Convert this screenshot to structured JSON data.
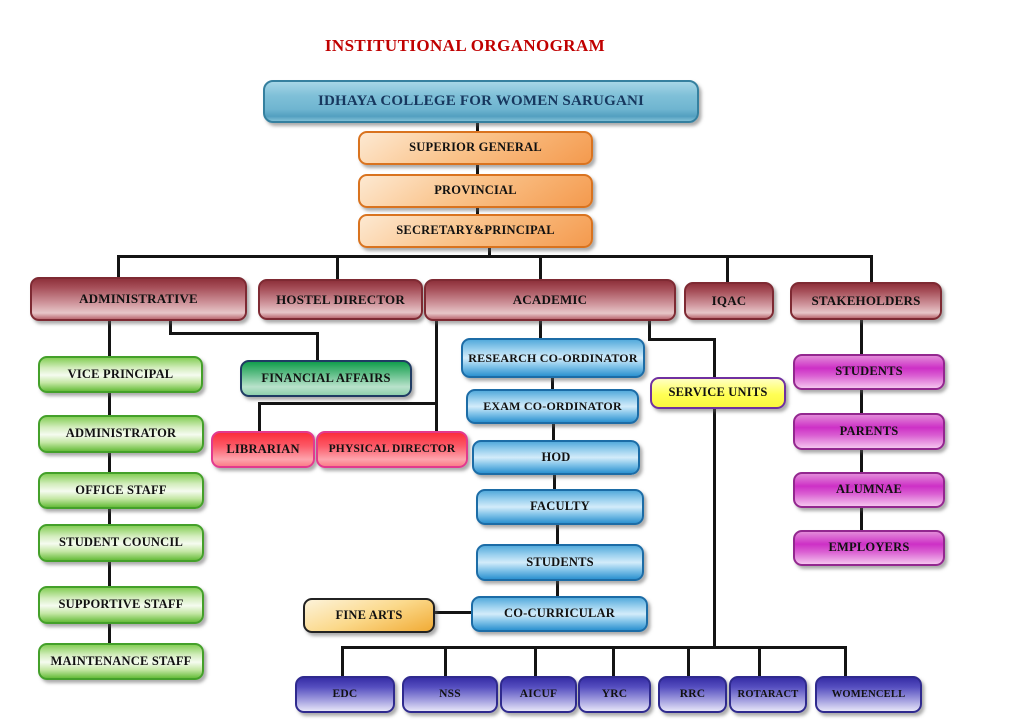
{
  "title": "INSTITUTIONAL ORGANOGRAM",
  "org": {
    "college": "IDHAYA COLLEGE FOR WOMEN SARUGANI",
    "superior_general": "SUPERIOR GENERAL",
    "provincial": "PROVINCIAL",
    "secretary_principal": "SECRETARY&PRINCIPAL",
    "administrative": "ADMINISTRATIVE",
    "hostel_director": "HOSTEL DIRECTOR",
    "academic": "ACADEMIC",
    "iqac": "IQAC",
    "stakeholders": "STAKEHOLDERS",
    "vice_principal": "VICE PRINCIPAL",
    "administrator": "ADMINISTRATOR",
    "office_staff": "OFFICE STAFF",
    "student_council": "STUDENT COUNCIL",
    "supportive_staff": "SUPPORTIVE STAFF",
    "maintenance_staff": "MAINTENANCE STAFF",
    "financial_affairs": "FINANCIAL AFFAIRS",
    "librarian": "LIBRARIAN",
    "physical_director": "PHYSICAL DIRECTOR",
    "research_coordinator": "RESEARCH CO-ORDINATOR",
    "exam_coordinator": "EXAM CO-ORDINATOR",
    "hod": "HOD",
    "faculty": "FACULTY",
    "students_academic": "STUDENTS",
    "co_curricular": "CO-CURRICULAR",
    "fine_arts": "FINE ARTS",
    "service_units": "SERVICE UNITS",
    "students_stakeholder": "STUDENTS",
    "parents": "PARENTS",
    "alumnae": "ALUMNAE",
    "employers": "EMPLOYERS",
    "edc": "EDC",
    "nss": "NSS",
    "aicuf": "AICUF",
    "yrc": "YRC",
    "rrc": "RRC",
    "rotaract": "ROTARACT",
    "womencell": "WOMENCELL"
  },
  "colors": {
    "title_text": "#C00000",
    "college_fill": "#7FC0D8",
    "college_text": "#17375E",
    "orange_fill": "#F8A963",
    "maroon_fill": "#9C3A45",
    "green_fill": "#8FD05E",
    "dark_green_fill": "#2EA860",
    "red_fill": "#FB4C58",
    "blue_fill": "#5FB3E0",
    "yellow_fill": "#FFFF55",
    "gold_fill": "#F6C45C",
    "magenta_fill": "#D23CCB",
    "purple_fill": "#4B44B8",
    "connector": "#141414"
  }
}
